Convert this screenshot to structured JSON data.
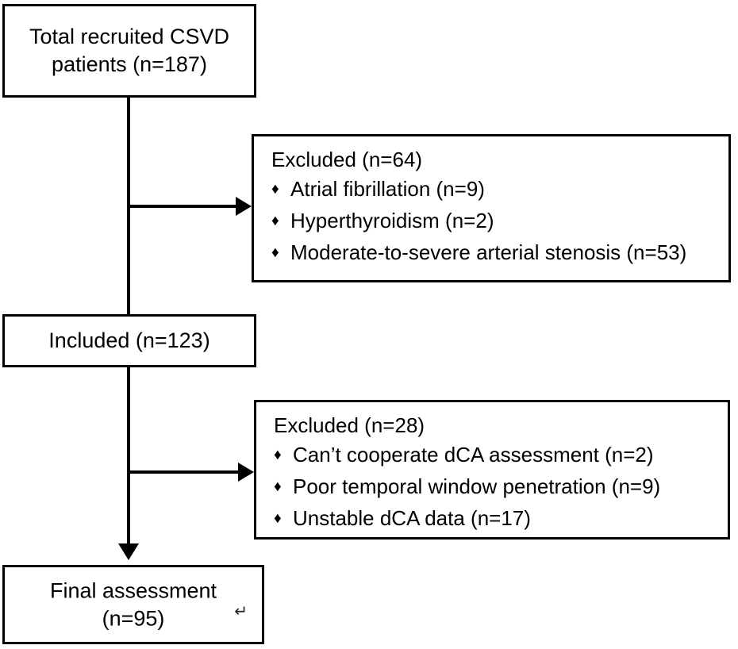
{
  "diagram": {
    "title": "CSVD patient enrollment flow diagram",
    "type": "flowchart",
    "line_color": "#000000",
    "box_fill": "#ffffff",
    "text_color": "#000000",
    "bullet_glyph": "♦",
    "return_symbol": "↵"
  },
  "nodes": {
    "total_recruited": {
      "line1": "Total recruited CSVD",
      "line2": "patients (n=187)"
    },
    "excluded_1": {
      "title": "Excluded (n=64)",
      "items": [
        "Atrial fibrillation (n=9)",
        "Hyperthyroidism (n=2)",
        "Moderate-to-severe arterial stenosis (n=53)"
      ]
    },
    "included": {
      "label": "Included (n=123)"
    },
    "excluded_2": {
      "title": "Excluded (n=28)",
      "items": [
        "Can’t cooperate dCA assessment (n=2)",
        "Poor temporal window penetration (n=9)",
        "Unstable dCA data (n=17)"
      ]
    },
    "final_assessment": {
      "line1": "Final assessment",
      "line2": "(n=95)",
      "trailing_mark": "↵"
    }
  }
}
